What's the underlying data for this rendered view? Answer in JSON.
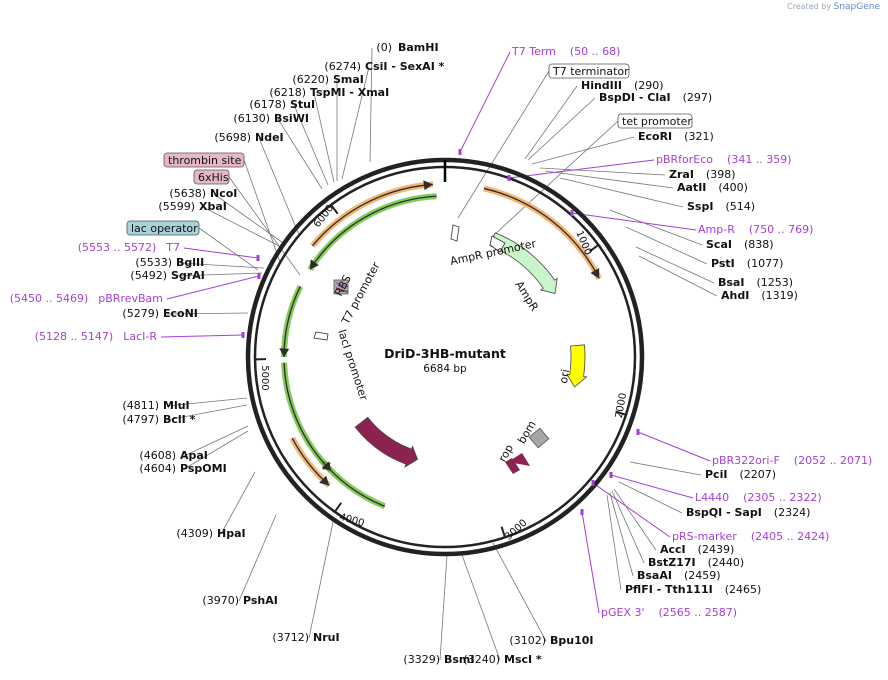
{
  "credit": {
    "prefix": "Created by",
    "brand": "SnapGene"
  },
  "plasmid": {
    "name": "DriD-3HB-mutant",
    "length": "6684 bp"
  },
  "ticks": [
    "1000",
    "2000",
    "3000",
    "4000",
    "5000",
    "6000"
  ],
  "sites": [
    {
      "pos": "(0)",
      "name": "BamHI"
    },
    {
      "pos": "(290)",
      "name": "HindIII"
    },
    {
      "pos": "(297)",
      "name": "BspDI  -  ClaI"
    },
    {
      "pos": "(321)",
      "name": "EcoRI"
    },
    {
      "pos": "(398)",
      "name": "ZraI"
    },
    {
      "pos": "(400)",
      "name": "AatII"
    },
    {
      "pos": "(514)",
      "name": "SspI"
    },
    {
      "pos": "(838)",
      "name": "ScaI"
    },
    {
      "pos": "(1077)",
      "name": "PstI"
    },
    {
      "pos": "(1253)",
      "name": "BsaI"
    },
    {
      "pos": "(1319)",
      "name": "AhdI"
    },
    {
      "pos": "(2207)",
      "name": "PciI"
    },
    {
      "pos": "(2324)",
      "name": "BspQI  -  SapI"
    },
    {
      "pos": "(2439)",
      "name": "AccI"
    },
    {
      "pos": "(2440)",
      "name": "BstZ17I"
    },
    {
      "pos": "(2459)",
      "name": "BsaAI"
    },
    {
      "pos": "(2465)",
      "name": "PflFI  -  Tth111I"
    },
    {
      "pos": "(3102)",
      "name": "Bpu10I"
    },
    {
      "pos": "(3240)",
      "name": "MscI *"
    },
    {
      "pos": "(3329)",
      "name": "BsmI"
    },
    {
      "pos": "(3712)",
      "name": "NruI"
    },
    {
      "pos": "(3970)",
      "name": "PshAI"
    },
    {
      "pos": "(4309)",
      "name": "HpaI"
    },
    {
      "pos": "(4604)",
      "name": "PspOMI"
    },
    {
      "pos": "(4608)",
      "name": "ApaI"
    },
    {
      "pos": "(4797)",
      "name": "BclI *"
    },
    {
      "pos": "(4811)",
      "name": "MluI"
    },
    {
      "pos": "(5279)",
      "name": "EcoNI"
    },
    {
      "pos": "(5492)",
      "name": "SgrAI"
    },
    {
      "pos": "(5533)",
      "name": "BglII"
    },
    {
      "pos": "(5599)",
      "name": "XbaI"
    },
    {
      "pos": "(5638)",
      "name": "NcoI"
    },
    {
      "pos": "(5698)",
      "name": "NdeI"
    },
    {
      "pos": "(6130)",
      "name": "BsiWI"
    },
    {
      "pos": "(6178)",
      "name": "StuI"
    },
    {
      "pos": "(6218)",
      "name": "TspMI  -  XmaI"
    },
    {
      "pos": "(6220)",
      "name": "SmaI"
    },
    {
      "pos": "(6274)",
      "name": "CsiI  -  SexAI *"
    }
  ],
  "primers": [
    {
      "name": "T7 Term",
      "range": "(50 .. 68)"
    },
    {
      "name": "pBRforEco",
      "range": "(341 .. 359)"
    },
    {
      "name": "Amp-R",
      "range": "(750 .. 769)"
    },
    {
      "name": "pBR322ori-F",
      "range": "(2052 .. 2071)"
    },
    {
      "name": "L4440",
      "range": "(2305 .. 2322)"
    },
    {
      "name": "pRS-marker",
      "range": "(2405 .. 2424)"
    },
    {
      "name": "pGEX 3'",
      "range": "(2565 .. 2587)"
    },
    {
      "name": "T7",
      "range": "(5553 .. 5572)"
    },
    {
      "name": "pBRrevBam",
      "range": "(5450 .. 5469)"
    },
    {
      "name": "LacI-R",
      "range": "(5128 .. 5147)"
    }
  ],
  "boxes": [
    {
      "text": "T7 terminator",
      "fill": "#ffffff"
    },
    {
      "text": "tet promoter",
      "fill": "#ffffff"
    },
    {
      "text": "thrombin site",
      "fill": "#e6b8c6"
    },
    {
      "text": "6xHis",
      "fill": "#e6b8c6"
    },
    {
      "text": "lac operator",
      "fill": "#a7d2dc"
    }
  ],
  "features": [
    {
      "text": "AmpR promoter"
    },
    {
      "text": "AmpR"
    },
    {
      "text": "ori"
    },
    {
      "text": "bom"
    },
    {
      "text": "rop"
    },
    {
      "text": "lacI"
    },
    {
      "text": "lacI promoter"
    },
    {
      "text": "T7 promoter"
    },
    {
      "text": "RBS"
    }
  ],
  "colors": {
    "primer": "#a43fd6",
    "ampr": "#c9f5c9",
    "ori": "#ffff00",
    "laci": "#8b2252",
    "orf_outer": "#f1a85c",
    "orf_inner": "#6fc23f",
    "bom": "#a6a6a6"
  }
}
